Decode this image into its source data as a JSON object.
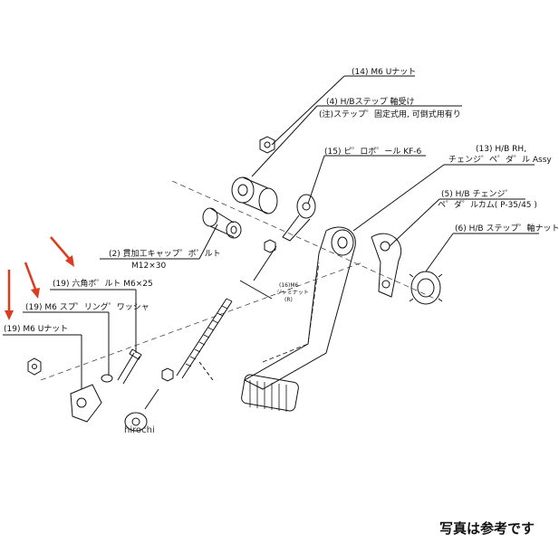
{
  "labels": {
    "p14": "(14) M6 Uナット",
    "p4": "(4)  H/Bステップ  軸受け",
    "p4_note": "(注)ステップ゜固定式用, 可倒式用有り",
    "p15": "(15) ピ゜ロボ゜ール KF-6",
    "p13_a": "(13) H/B RH,",
    "p13_b": "チェンジ゜ペ゜ダ゜ル Assy",
    "p5_a": "(5) H/B チェンジ゜",
    "p5_b": "ペ゜ダ゜ルカム( P-35/45 )",
    "p6": "(6) H/B ステップ゜軸ナット",
    "p2_a": "(2) 貫加工キャップ゜ボ゜ルト",
    "p2_b": "M12×30",
    "p19_bolt": "(19) 六角ボ゜ルト M6×25",
    "p19_washer": "(19) M6 スプ゜リング゜ワッシャ",
    "p19_nut": "(19) M6 Uナット",
    "p16_a": "(16)M6",
    "p16_b": "ジャミナット",
    "p16_c": "(R)"
  },
  "watermark": "hirochi",
  "footer_note": "写真は参考です",
  "colors": {
    "arrow": "#e03a1e",
    "line": "#111111"
  }
}
